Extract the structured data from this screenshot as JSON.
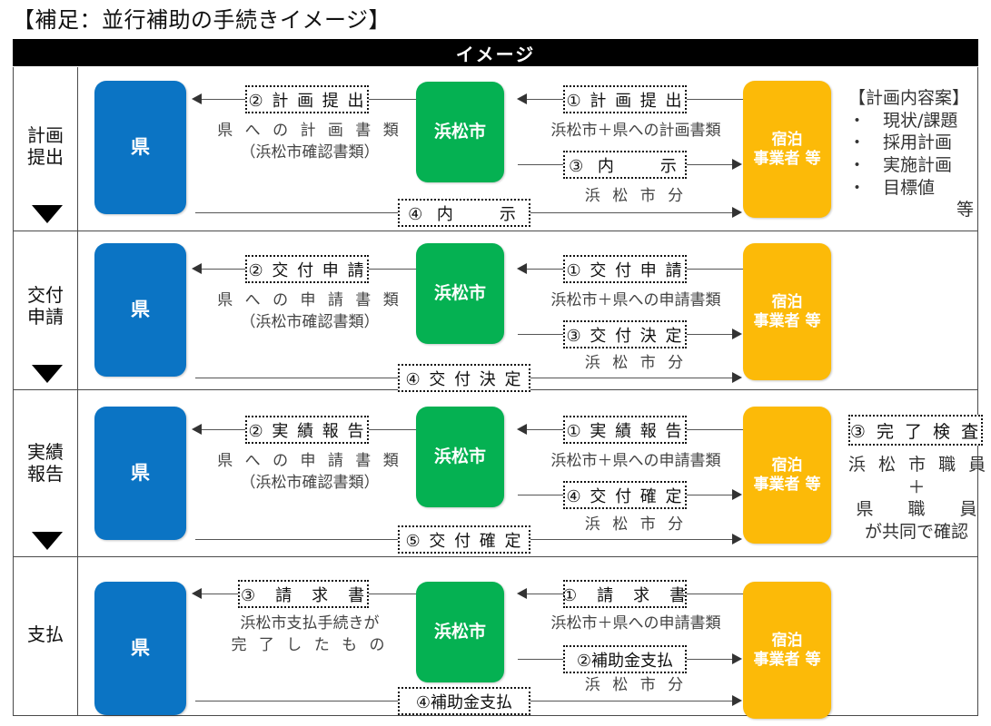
{
  "title": "【補足：並行補助の手続きイメージ】",
  "header": {
    "label": "イメージ"
  },
  "nodes": {
    "pref": "県",
    "city": "浜松市",
    "biz_line1": "宿泊",
    "biz_line2": "事業者 等"
  },
  "rows": [
    {
      "stage": {
        "line1": "計画",
        "line2": "提出"
      },
      "top_arrow_chip": "② 計 画 提 出",
      "top_caption_line1": "県 へ の 計 画 書 類",
      "top_caption_line2": "（浜松市確認書類）",
      "right_arrow_chip": "① 計 画 提 出",
      "right_caption": "浜松市＋県への計画書類",
      "mid_arrow_chip": "③ 内　　示",
      "bottom_arrow_chip": "④ 内　　示",
      "bottom_caption": "浜 松 市 分",
      "note": {
        "heading": "【計画内容案】",
        "items": [
          "・　現状/課題",
          "・　採用計画",
          "・　実施計画",
          "・　目標値"
        ],
        "footer": "等"
      }
    },
    {
      "stage": {
        "line1": "交付",
        "line2": "申請"
      },
      "top_arrow_chip": "② 交 付 申 請",
      "top_caption_line1": "県 へ の 申 請 書 類",
      "top_caption_line2": "（浜松市確認書類）",
      "right_arrow_chip": "① 交 付 申 請",
      "right_caption": "浜松市＋県への申請書類",
      "mid_arrow_chip": "③ 交 付 決 定",
      "bottom_arrow_chip": "④ 交 付 決 定",
      "bottom_caption": "浜 松 市 分",
      "note": null
    },
    {
      "stage": {
        "line1": "実績",
        "line2": "報告"
      },
      "top_arrow_chip": "② 実 績 報 告",
      "top_caption_line1": "県 へ の 申 請 書 類",
      "top_caption_line2": "（浜松市確認書類）",
      "right_arrow_chip": "① 実 績 報 告",
      "right_caption": "浜松市＋県への申請書類",
      "mid_arrow_chip": "④ 交 付 確 定",
      "bottom_arrow_chip": "⑤ 交 付 確 定",
      "bottom_caption": "浜 松 市 分",
      "note": {
        "chip": "③ 完 了 検 査",
        "items": [
          "浜 松 市 職 員",
          "＋",
          "県　　職　　員",
          "が共同で確認"
        ]
      }
    },
    {
      "stage": {
        "line1": "支払",
        "line2": ""
      },
      "top_arrow_chip": "③　請　求　書",
      "top_caption_line1": "浜松市支払手続きが",
      "top_caption_line2": "完 了 し た も の",
      "right_arrow_chip": "①　請　求　書",
      "right_caption": "浜松市＋県への申請書類",
      "mid_arrow_chip": "②補助金支払",
      "bottom_arrow_chip": "④補助金支払",
      "bottom_caption": "浜 松 市 分",
      "note": null
    }
  ],
  "colors": {
    "pref": "#0B74C4",
    "city": "#05B152",
    "biz": "#FCBA08",
    "header_bg": "#000000",
    "border": "#4a4a4a"
  }
}
